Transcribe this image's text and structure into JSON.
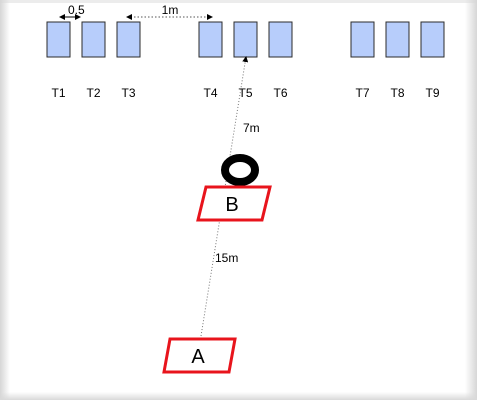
{
  "colors": {
    "target_fill": "#b7cdfb",
    "target_stroke": "#2b2b2b",
    "position_stroke": "#e8141c",
    "text": "#000000",
    "dotted_line": "#808080"
  },
  "targets": [
    {
      "label": "T1"
    },
    {
      "label": "T2"
    },
    {
      "label": "T3"
    },
    {
      "label": "T4"
    },
    {
      "label": "T5"
    },
    {
      "label": "T6"
    },
    {
      "label": "T7"
    },
    {
      "label": "T8"
    },
    {
      "label": "T9"
    }
  ],
  "spacing": {
    "small_gap_label": "0.5",
    "group_gap_label": "1m"
  },
  "positions": {
    "a_label": "A",
    "b_label": "B"
  },
  "distances": {
    "a_to_b_label": "15m",
    "b_to_target_label": "7m"
  },
  "obstacle": {
    "icon": "tire-icon"
  }
}
